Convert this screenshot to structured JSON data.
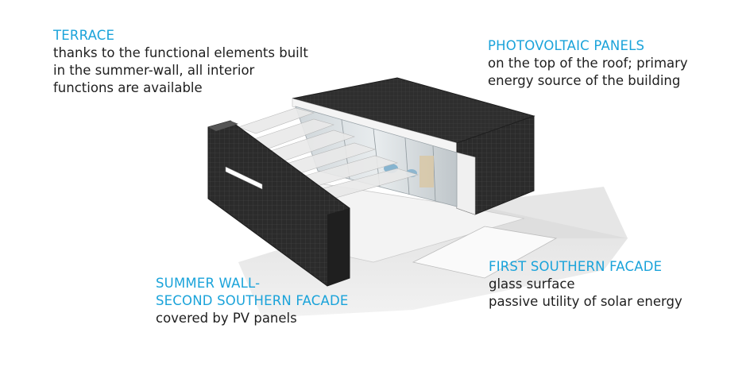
{
  "labels": {
    "terrace": {
      "title": "TERRACE",
      "lines": [
        "thanks to the functional elements built",
        "in the summer-wall, all interior",
        "functions are available"
      ]
    },
    "photovoltaic": {
      "title": "PHOTOVOLTAIC PANELS",
      "lines": [
        "on the top of the roof; primary",
        "energy source of the building"
      ]
    },
    "summer_wall": {
      "title_lines": [
        "SUMMER WALL-",
        "SECOND SOUTHERN FACADE"
      ],
      "lines": [
        "covered by PV panels"
      ]
    },
    "first_southern": {
      "title": "FIRST SOUTHERN FACADE",
      "lines": [
        "glass surface",
        "passive utility of solar energy"
      ]
    }
  },
  "colors": {
    "accent": "#1aa3da",
    "text": "#1e1e1e",
    "panel_dark": "#2a2a2a",
    "background": "#ffffff"
  }
}
